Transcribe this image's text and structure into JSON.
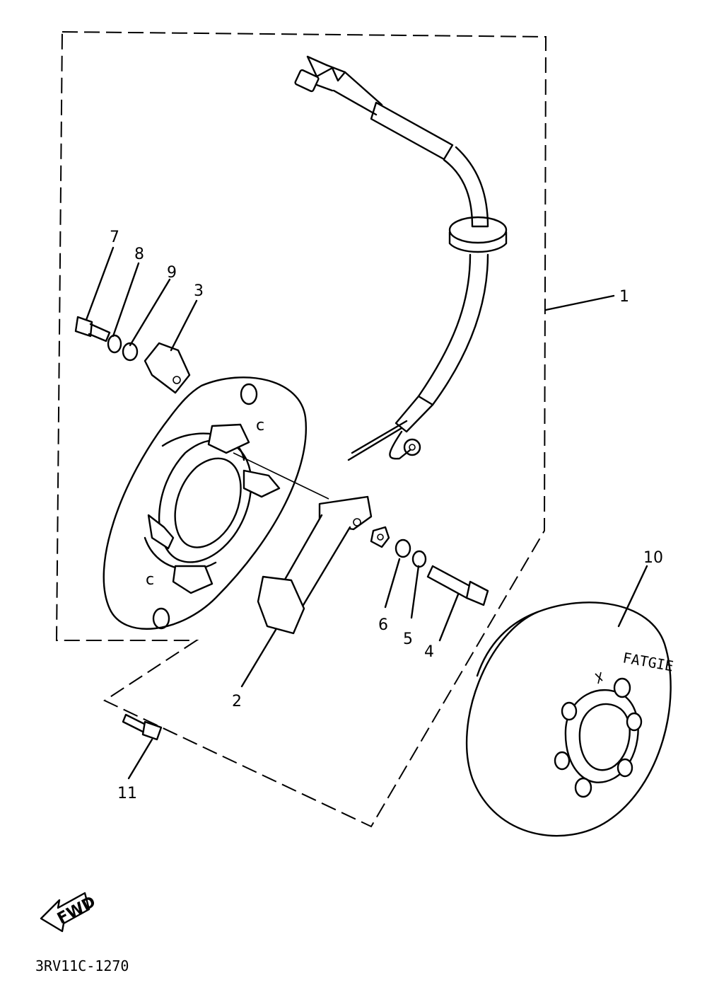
{
  "diagram": {
    "callouts": [
      "1",
      "2",
      "3",
      "4",
      "5",
      "6",
      "7",
      "8",
      "9",
      "10",
      "11"
    ],
    "drawing_code": "3RV11C-1270",
    "fwd_label": "FWD",
    "rotor_marking": "FATGIE"
  },
  "colors": {
    "ink": "#000000",
    "paper": "#ffffff"
  }
}
